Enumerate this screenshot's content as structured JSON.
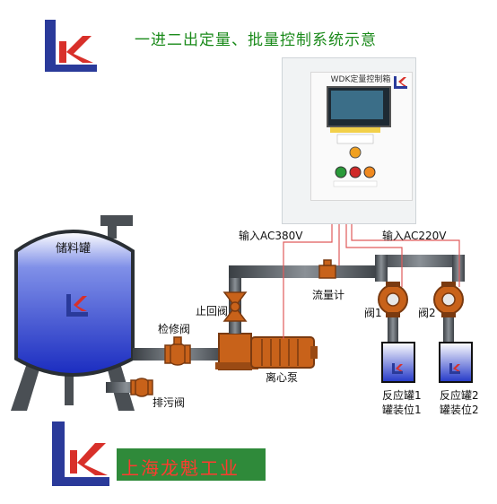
{
  "title": "一进二出定量、批量控制系统示意",
  "panel": {
    "title": "WDK定量控制箱"
  },
  "labels": {
    "input_380": "输入AC380V",
    "input_220": "输入AC220V",
    "storage_tank": "储料罐",
    "check_valve": "止回阀",
    "service_valve": "检修阀",
    "drain_valve": "排污阀",
    "pump": "离心泵",
    "flowmeter": "流量计",
    "valve1": "阀1",
    "valve2": "阀2",
    "reactor1_line1": "反应罐1",
    "reactor1_line2": "罐装位1",
    "reactor2_line1": "反应罐2",
    "reactor2_line2": "罐装位2"
  },
  "footer": {
    "company": "上海龙魁工业"
  },
  "colors": {
    "title": "#1a8a1a",
    "pipe": "#4a4f54",
    "valve": "#c8621a",
    "wire": "#e05a5a",
    "tank_liquid": "#2438c8",
    "logo_blue": "#2a3a9a",
    "logo_red": "#d8302a",
    "footer_bg": "#2f8a3a",
    "footer_text": "#ff3b2f"
  }
}
